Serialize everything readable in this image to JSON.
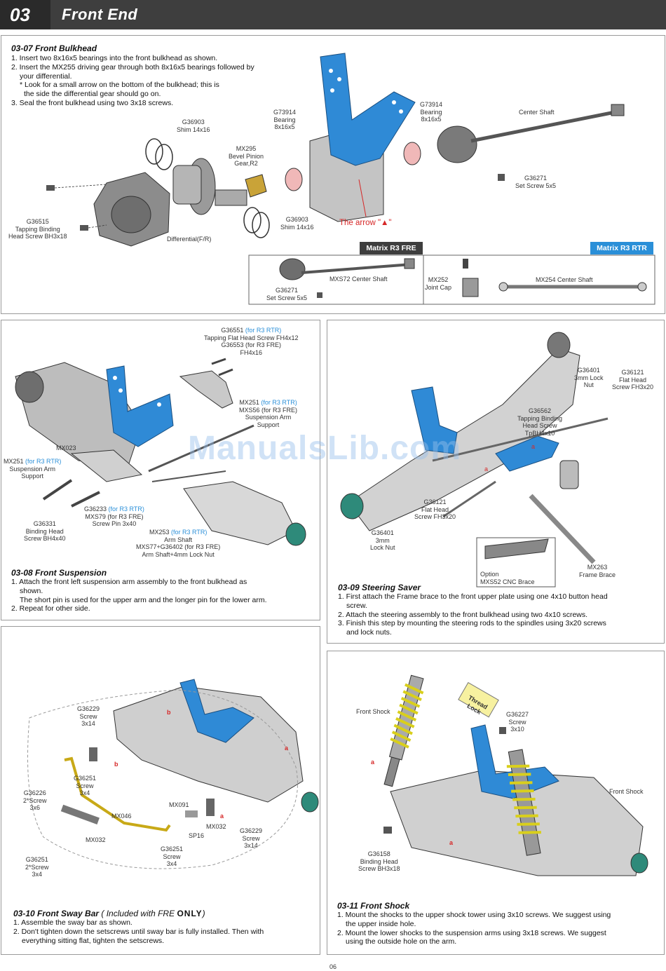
{
  "header": {
    "section_number": "03",
    "section_title": "Front End"
  },
  "s0307": {
    "title": "03-07  Front Bulkhead",
    "steps": [
      "1. Insert two 8x16x5 bearings into the front bulkhead as shown.",
      "2. Insert the MX255 driving gear through both 8x16x5 bearings followed by",
      "your differential.",
      "* Look for a small arrow on the bottom of the bulkhead; this is",
      "the side the differential gear should go on.",
      "3. Seal the front bulkhead using two 3x18 screws."
    ],
    "labels": {
      "g36903_top": "G36903\nShim 14x16",
      "g73914_left": "G73914\nBearing\n8x16x5",
      "g73914_right": "G73914\nBearing\n8x16x5",
      "center_shaft": "Center Shaft",
      "mx295": "MX295\nBevel Pinion\nGear,R2",
      "g36271_top": "G36271\nSet Screw 5x5",
      "g36515": "G36515\nTapping Binding\nHead Screw BH3x18",
      "differential": "Differential(F/R)",
      "g36903_bottom": "G36903\nShim 14x16",
      "arrow_note": "The arrow \"▲\"",
      "mxs72": "MXS72  Center Shaft",
      "g36271_bottom": "G36271\nSet Screw 5x5",
      "mx252": "MX252\nJoint Cap",
      "mx254": "MX254 Center Shaft"
    },
    "badge_fre": "Matrix R3 FRE",
    "badge_rtr": "Matrix R3 RTR"
  },
  "s0308": {
    "title": "03-08  Front Suspension",
    "steps": [
      "1. Attach the front left suspension arm assembly to the front bulkhead as",
      "shown.",
      "The short pin is used for the upper arm and the longer pin for the lower arm.",
      "2. Repeat for other side."
    ],
    "labels": {
      "g36551": "G36551",
      "g36551_rtr": "(for R3 RTR)",
      "tapping_flat": "Tapping Flat Head Screw FH4x12",
      "g36553": "G36553 (for R3 FRE)",
      "fh4x16": "FH4x16",
      "mx251_r": "MX251",
      "mx251_r_rtr": "(for R3 RTR)",
      "mxs56": "MXS56 (for R3 FRE)",
      "susp_support_r": "Suspension Arm\nSupport",
      "mx023": "MX023",
      "mx251_l": "MX251",
      "mx251_l_rtr": "(for R3 RTR)",
      "susp_support_l": "Suspension Arm\nSupport",
      "g36233": "G36233",
      "g36233_rtr": "(for R3 RTR)",
      "mxs79": "MXS79  (for R3 FRE)",
      "screw_pin": "Screw Pin 3x40",
      "g36331": "G36331\nBinding Head\nScrew BH4x40",
      "mx253": "MX253",
      "mx253_rtr": "(for R3 RTR)",
      "arm_shaft": "Arm Shaft",
      "mxs77": "MXS77+G36402  (for R3 FRE)",
      "arm_shaft_nut": "Arm Shaft+4mm Lock Nut"
    }
  },
  "s0309": {
    "title": "03-09  Steering Saver",
    "steps": [
      "1. First attach the Frame brace to the front upper plate using one 4x10 button head",
      "screw.",
      "2. Attach the steering assembly to the front bulkhead using two 4x10 screws.",
      "3. Finish this step by mounting the steering rods to the spindles using 3x20 screws",
      "and lock nuts."
    ],
    "labels": {
      "g36401_top": "G36401\n3mm Lock\nNut",
      "g36121_top": "G36121\nFlat Head\nScrew FH3x20",
      "g36562": "G36562\nTapping Binding\nHead Screw\nTpBH4x10",
      "g36121_bottom": "G36121\nFlat Head\nScrew FH3x20",
      "g36401_bottom": "G36401\n3mm\nLock Nut",
      "option": "Option\nMXS52 CNC Brace",
      "mx263": "MX263\nFrame Brace",
      "a": "a"
    }
  },
  "s0310": {
    "title": "03-10  Front Sway Bar",
    "title_note": "( Included with FRE ",
    "title_only": "ONLY",
    "title_close": ")",
    "steps": [
      "1. Assemble the sway bar as shown.",
      "2. Don't tighten down the setscrews until sway bar is fully installed.  Then with",
      "everything sitting flat, tighten the setscrews."
    ],
    "labels": {
      "g36229_top": "G36229\nScrew\n3x14",
      "g36251_top": "G36251\nScrew\n3x4",
      "g36226": "G36226\n2*Screw\n3x6",
      "mx046": "MX046",
      "mx091": "MX091",
      "mx032_r": "MX032",
      "sp16": "SP16",
      "g36229_bottom": "G36229\nScrew\n3x14",
      "mx032_l": "MX032",
      "g36251_bottom": "G36251\nScrew\n3x4",
      "g36251_left": "G36251\n2*Screw\n3x4",
      "a": "a",
      "b": "b"
    }
  },
  "s0311": {
    "title": "03-11  Front Shock",
    "steps": [
      "1. Mount the shocks to the upper shock tower using 3x10 screws.  We suggest using",
      "the upper inside hole.",
      "2. Mount the lower shocks to the suspension arms using 3x18 screws. We suggest",
      "using the outside hole on the arm."
    ],
    "labels": {
      "front_shock_l": "Front Shock",
      "thread_lock": "Thread\nLock",
      "g36227": "G36227\nScrew\n3x10",
      "front_shock_r": "Front Shock",
      "g36158": "G36158\nBinding Head\nScrew BH3x18",
      "a": "a"
    }
  },
  "watermark": "ManualsLib.com",
  "page_number": "06",
  "colors": {
    "blue_part": "#2f8ad6",
    "red_text": "#d62828",
    "fre_badge": "#3e3e3e",
    "rtr_badge": "#2a8fd8",
    "spring": "#e8e02a"
  }
}
